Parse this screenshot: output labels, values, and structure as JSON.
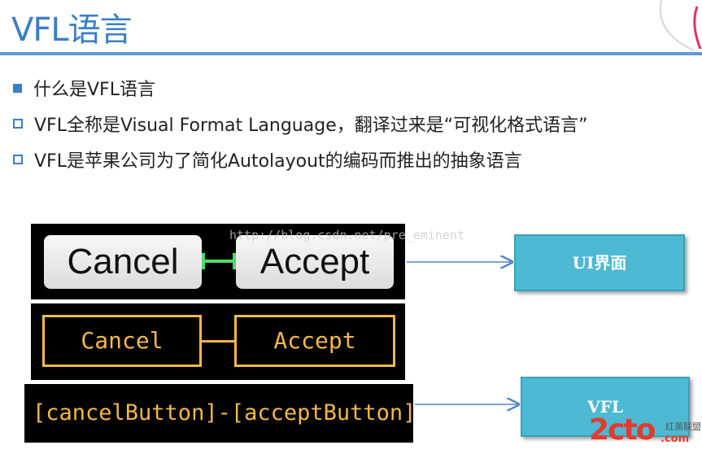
{
  "slide": {
    "title": "VFL语言"
  },
  "bullets": [
    "什么是VFL语言",
    "VFL全称是Visual Format Language，翻译过来是“可视化格式语言”",
    "VFL是苹果公司为了简化Autolayout的编码而推出的抽象语言"
  ],
  "figure": {
    "ui_cancel": "Cancel",
    "ui_accept": "Accept",
    "outline_cancel": "Cancel",
    "outline_accept": "Accept",
    "code": "[cancelButton]-[acceptButton]",
    "label_ui": "UI界面",
    "label_vfl": "VFL",
    "watermark": "http://blog.csdn.net/pre_eminent"
  },
  "logo": {
    "main": "2cto",
    "sub": "红黑联盟",
    "domain": ".com"
  },
  "colors": {
    "title": "#3b7fc4",
    "bullet": "#3b7fc4",
    "outline": "#f3b84a",
    "connector_green": "#4fdc6a",
    "label_box": "#4db9d2",
    "arrow": "#4f86c6"
  }
}
